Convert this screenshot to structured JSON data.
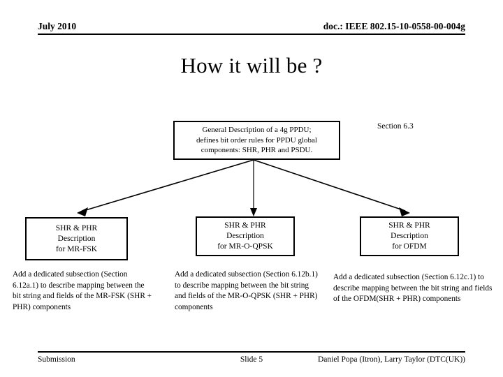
{
  "header": {
    "date": "July 2010",
    "doc_id": "doc.: IEEE 802.15-10-0558-00-004g"
  },
  "title": "How it will be ?",
  "diagram": {
    "top_box": {
      "lines": [
        "General Description of a 4g PPDU;",
        "defines bit order rules for PPDU global",
        "components: SHR, PHR and PSDU."
      ]
    },
    "section_label": "Section 6.3",
    "boxes": [
      {
        "id": "fsk",
        "lines": [
          "SHR & PHR",
          "Description",
          "for MR-FSK"
        ]
      },
      {
        "id": "oqpsk",
        "lines": [
          "SHR & PHR",
          "Description",
          "for MR-O-QPSK"
        ]
      },
      {
        "id": "ofdm",
        "lines": [
          "SHR & PHR",
          "Description",
          "for OFDM"
        ]
      }
    ],
    "arrow_color": "#000000"
  },
  "paragraphs": {
    "fsk": "Add a dedicated subsection (Section 6.12a.1) to describe mapping between the bit string and fields of the MR-FSK (SHR + PHR) components",
    "oqpsk": "Add a dedicated subsection (Section 6.12b.1) to describe mapping between the bit string and fields of the MR-O-QPSK (SHR + PHR) components",
    "ofdm": "Add a dedicated subsection (Section 6.12c.1) to describe mapping between the bit string and fields of the OFDM(SHR + PHR) components"
  },
  "footer": {
    "left": "Submission",
    "center": "Slide 5",
    "right": "Daniel Popa (Itron), Larry Taylor (DTC(UK))"
  }
}
